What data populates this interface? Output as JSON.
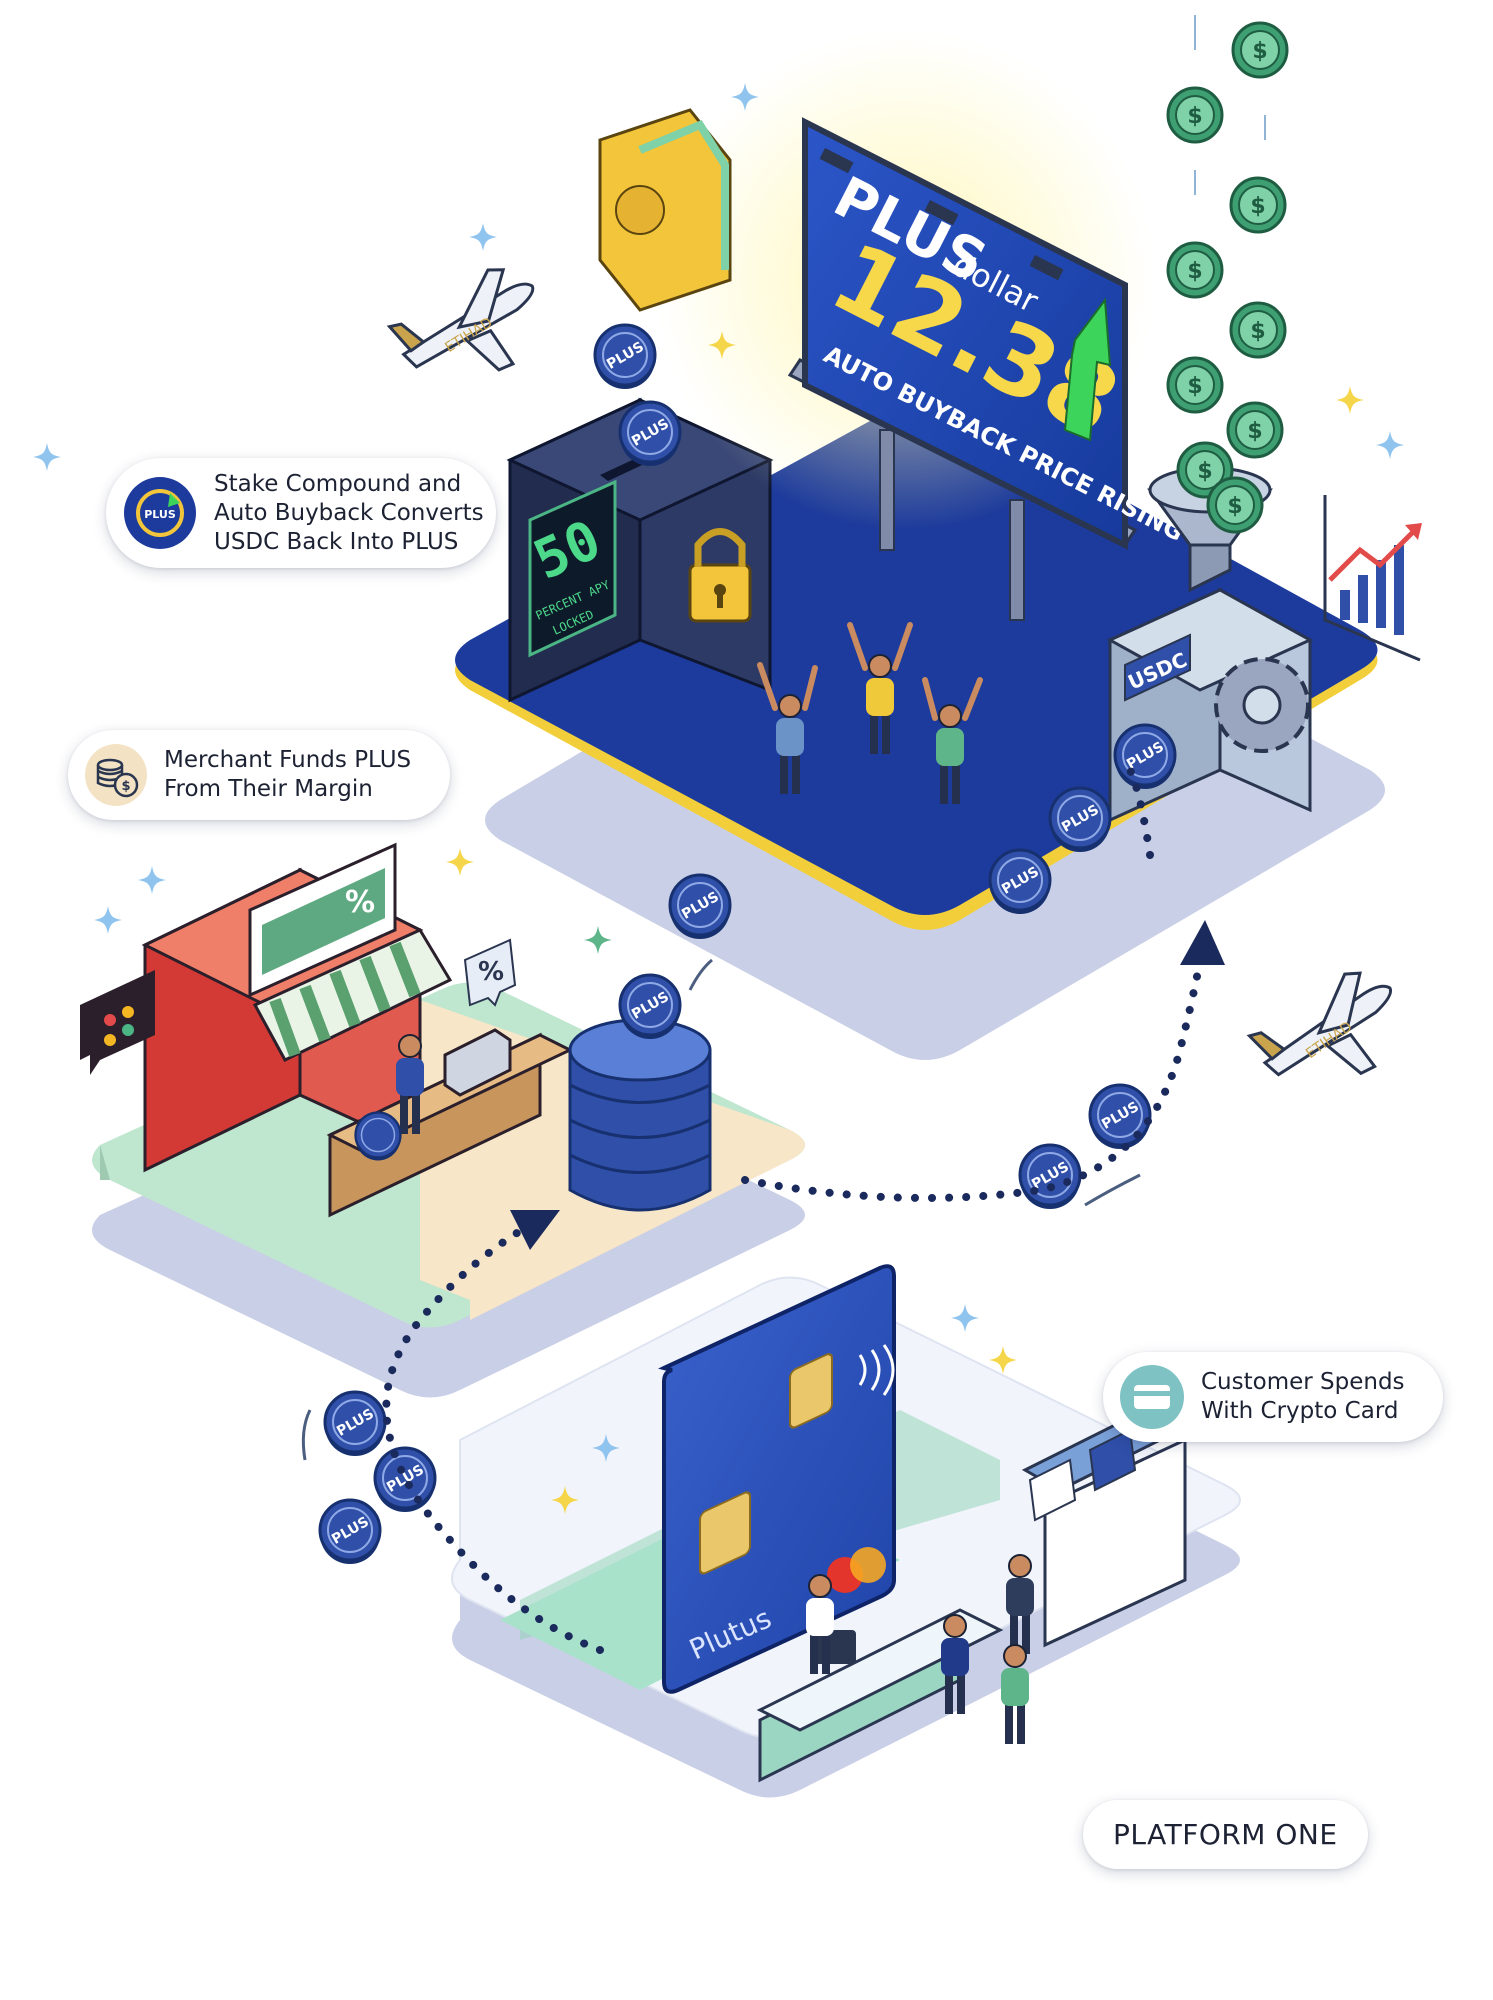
{
  "billboard": {
    "brand": "PLUS",
    "sub": "dollar",
    "price": "12.38",
    "caption": "AUTO BUYBACK PRICE RISING"
  },
  "vault": {
    "apy": "50",
    "line1": "PERCENT APY",
    "line2": "LOCKED"
  },
  "machine": {
    "label": "USDC"
  },
  "coin_label": "PLUS",
  "airline_label": "ETIHAD",
  "card": {
    "brand": "Plutus"
  },
  "steps": {
    "stake": {
      "line1": "Stake Compound and",
      "line2": "Auto Buyback Converts",
      "line3": "USDC Back Into PLUS",
      "icon_label": "PLUS"
    },
    "merchant": {
      "line1": "Merchant Funds PLUS",
      "line2": "From Their Margin"
    },
    "customer": {
      "line1": "Customer Spends",
      "line2": "With Crypto Card"
    },
    "platform": {
      "label": "PLATFORM ONE"
    }
  },
  "colors": {
    "navy": "#1d3b9c",
    "deep_navy": "#1b2a5c",
    "yellow": "#f7d84a",
    "mint": "#bfe6cf",
    "coin": "#2f4fa8",
    "green_money": "#4bb585"
  }
}
